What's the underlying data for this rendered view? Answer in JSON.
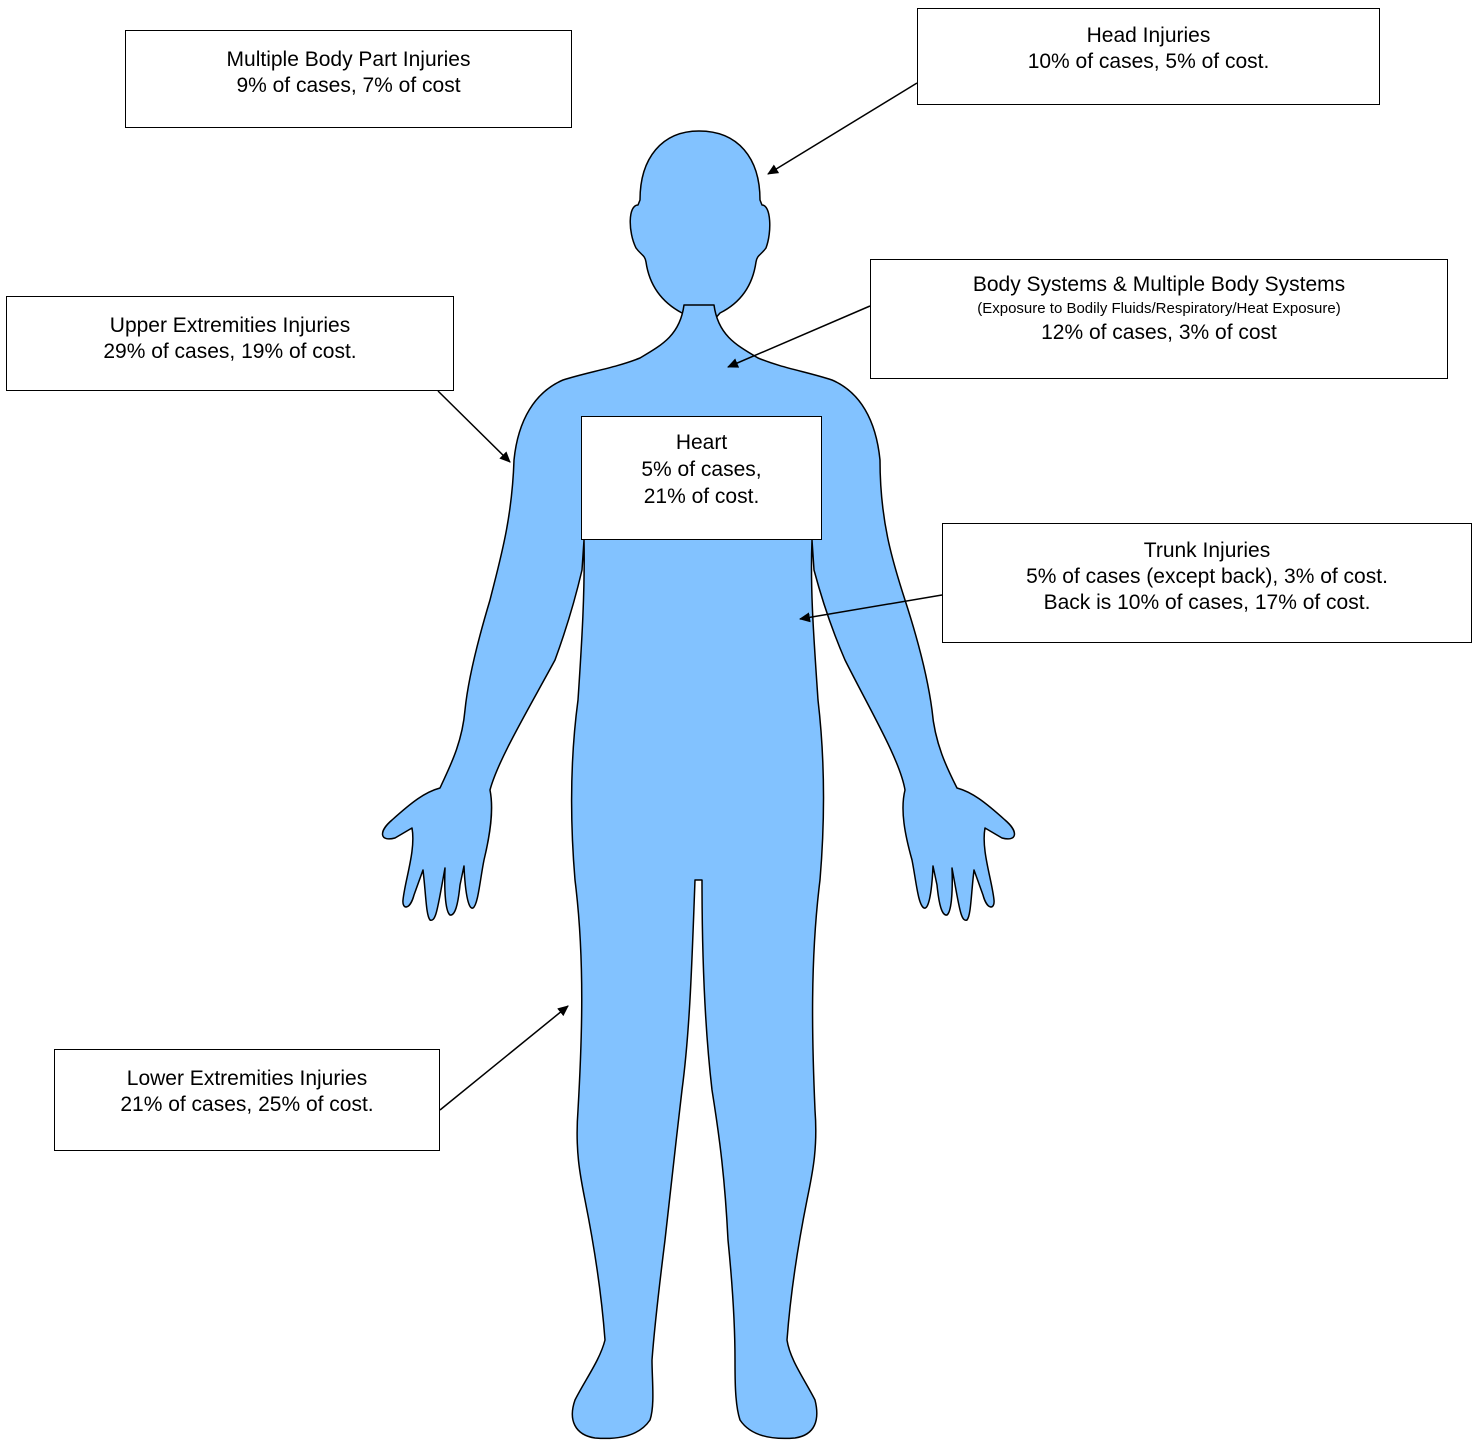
{
  "figure": {
    "body_color": "#82c2ff",
    "outline_color": "#000000"
  },
  "callouts": {
    "multiple_body_part": {
      "title": "Multiple Body Part Injuries",
      "stats": "9% of cases, 7% of cost"
    },
    "head": {
      "title": "Head Injuries",
      "stats": "10% of cases, 5% of cost."
    },
    "upper_extremities": {
      "title": "Upper Extremities Injuries",
      "stats": "29% of cases, 19% of cost."
    },
    "body_systems": {
      "title": "Body Systems & Multiple Body Systems",
      "subtitle": "(Exposure to Bodily Fluids/Respiratory/Heat Exposure)",
      "stats": "12% of cases, 3% of cost"
    },
    "heart": {
      "title": "Heart",
      "stats_line1": "5% of cases,",
      "stats_line2": "21% of cost."
    },
    "trunk": {
      "title": "Trunk Injuries",
      "stats_line1": "5% of cases (except back), 3% of cost.",
      "stats_line2": "Back is 10% of cases, 17% of cost."
    },
    "lower_extremities": {
      "title": "Lower Extremities Injuries",
      "stats": "21% of cases, 25% of cost."
    }
  }
}
